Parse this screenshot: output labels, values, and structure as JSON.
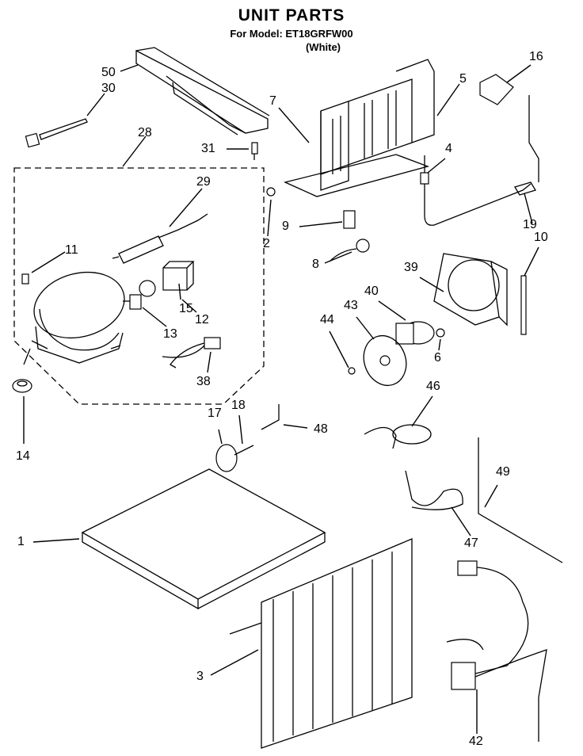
{
  "header": {
    "title": "UNIT PARTS",
    "model_line": "For Model: ET18GRFW00",
    "color_line": "(White)"
  },
  "callouts": {
    "c50": "50",
    "c30": "30",
    "c28": "28",
    "c29": "29",
    "c11": "11",
    "c15": "15",
    "c13": "13",
    "c12": "12",
    "c38": "38",
    "c14": "14",
    "c7": "7",
    "c5": "5",
    "c16": "16",
    "c31": "31",
    "c4": "4",
    "c2": "2",
    "c9": "9",
    "c19": "19",
    "c10": "10",
    "c8": "8",
    "c39": "39",
    "c40": "40",
    "c43": "43",
    "c44": "44",
    "c6": "6",
    "c46": "46",
    "c17": "17",
    "c18": "18",
    "c48": "48",
    "c49": "49",
    "c1": "1",
    "c47": "47",
    "c3": "3",
    "c42": "42"
  }
}
